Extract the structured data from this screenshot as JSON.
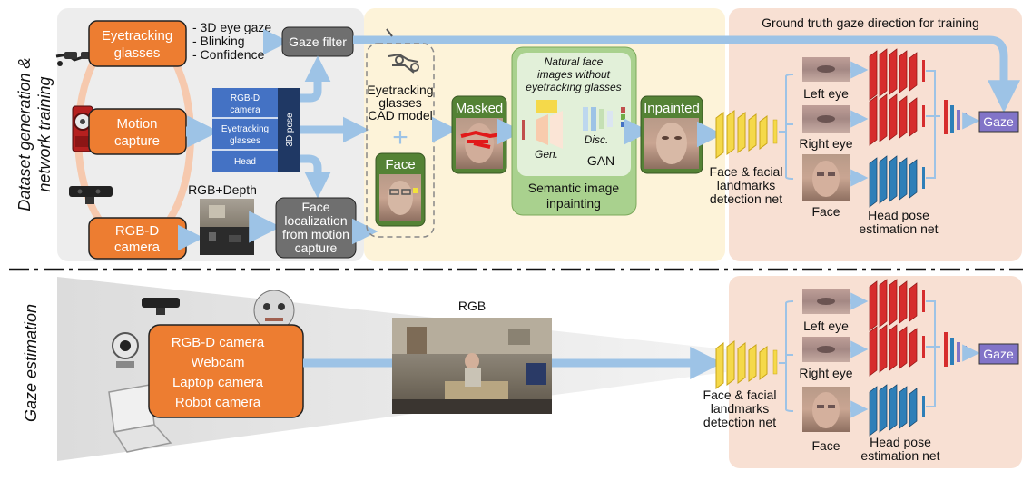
{
  "side_labels": {
    "top_line1": "Dataset generation &",
    "top_line2": "network training",
    "bottom": "Gaze estimation"
  },
  "top": {
    "eyetracking_glasses": [
      "Eyetracking",
      "glasses"
    ],
    "eye_outputs": [
      "- 3D eye gaze",
      "- Blinking",
      "- Confidence"
    ],
    "gaze_filter": "Gaze filter",
    "motion_capture": [
      "Motion",
      "capture"
    ],
    "rgbd_camera": [
      "RGB-D",
      "camera"
    ],
    "rgb_depth": "RGB+Depth",
    "pose_items": [
      "RGB-D camera",
      "Eyetracking glasses",
      "Head"
    ],
    "pose_3d": "3D pose",
    "face_localization": [
      "Face",
      "localization",
      "from motion",
      "capture"
    ],
    "cad_model": [
      "Eyetracking",
      "glasses",
      "CAD model"
    ],
    "face": "Face",
    "masked": "Masked",
    "natural_faces": [
      "Natural face",
      "images without",
      "eyetracking glasses"
    ],
    "gen": "Gen.",
    "disc": "Disc.",
    "gan": "GAN",
    "semantic_inpainting": [
      "Semantic image",
      "inpainting"
    ],
    "inpainted": "Inpainted",
    "landmarks_net": [
      "Face & facial",
      "landmarks",
      "detection net"
    ],
    "ground_truth": "Ground truth gaze direction for training",
    "left_eye": "Left eye",
    "right_eye": "Right eye",
    "face_crop": "Face",
    "head_pose_net": [
      "Head pose",
      "estimation net"
    ],
    "gaze": "Gaze"
  },
  "bottom": {
    "devices": [
      "RGB-D camera",
      "Webcam",
      "Laptop camera",
      "Robot camera"
    ],
    "rgb": "RGB",
    "landmarks_net": [
      "Face & facial",
      "landmarks",
      "detection net"
    ],
    "left_eye": "Left eye",
    "right_eye": "Right eye",
    "face_crop": "Face",
    "head_pose_net": [
      "Head pose",
      "estimation net"
    ],
    "gaze": "Gaze"
  },
  "colors": {
    "orange": "#ed7d31",
    "gray_box": "#6f6f6f",
    "arrow_blue": "#9dc3e6",
    "navy": "#1f3864",
    "pose_blue": "#4472c4",
    "gan_green": "#a9d18e",
    "green_dark": "#548235",
    "peach_bg": "#f8e0d3",
    "yellow_bg": "#fdf3d9",
    "gray_bg": "#ededed",
    "purple": "#8274c8",
    "red_net": "#d62d2d",
    "blue_net": "#2e7fb8",
    "yellow_net": "#f5d94a"
  }
}
